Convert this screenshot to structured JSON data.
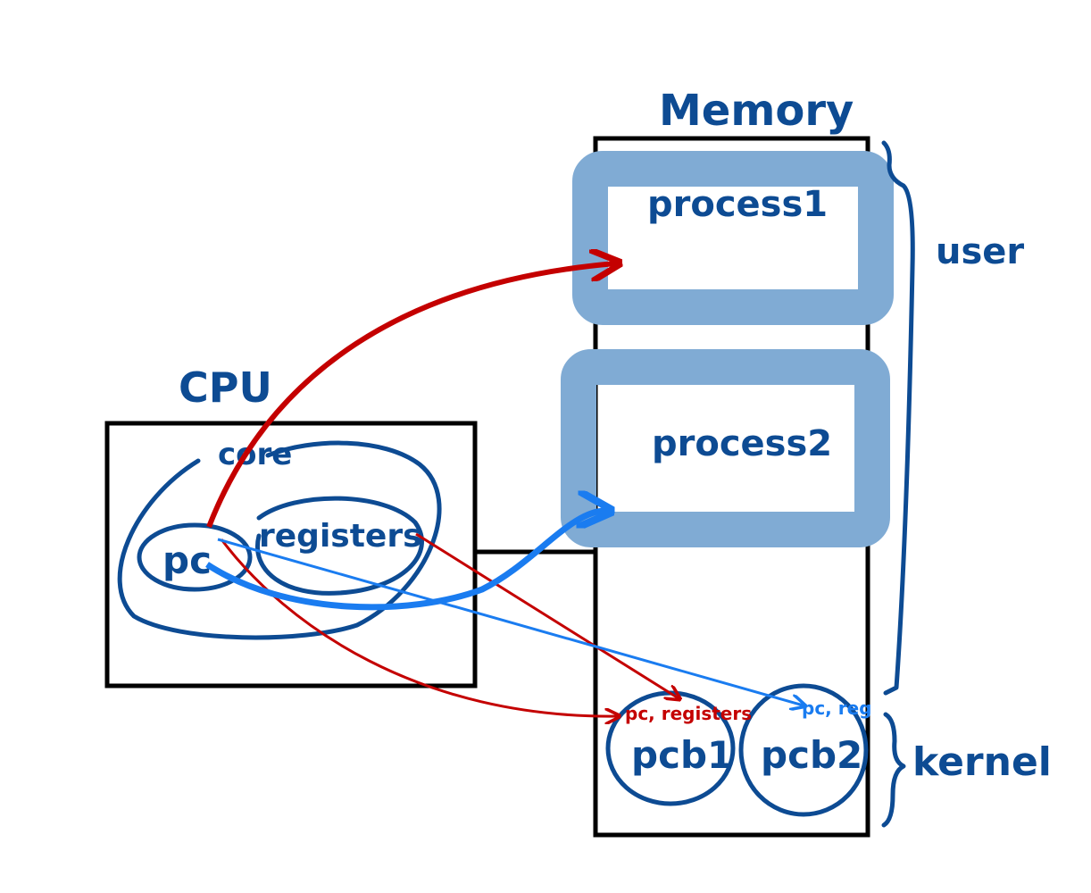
{
  "labels": {
    "memory": "Memory",
    "cpu": "CPU",
    "core": "core",
    "pc": "pc",
    "registers": "registers",
    "process1": "process1",
    "process2": "process2",
    "pcb1": "pcb1",
    "pcb2": "pcb2",
    "pcb1_contents": "pc, registers",
    "pcb2_contents": "pc, reg",
    "user": "user",
    "kernel": "kernel"
  },
  "colors": {
    "ink": "#0d4b93",
    "box": "#000000",
    "process_region": "#80abd4",
    "save_arrow": "#c40000",
    "restore_arrow": "#1a7cf0"
  }
}
